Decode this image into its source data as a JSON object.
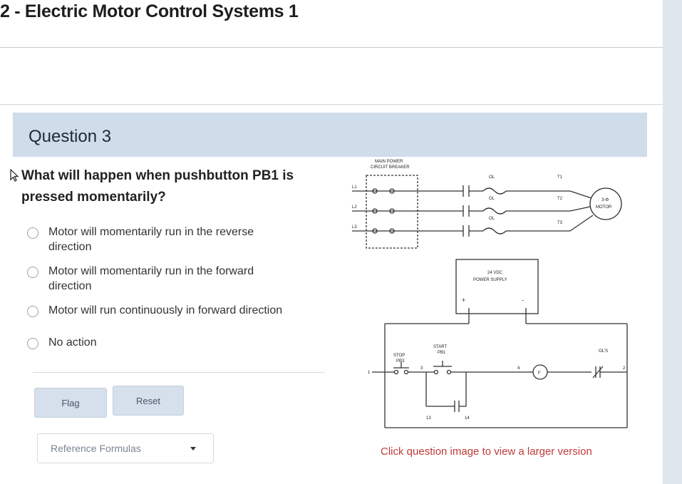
{
  "page": {
    "course_title": "2 - Electric Motor Control Systems 1"
  },
  "question": {
    "number_label": "Question 3",
    "text": "What will happen when pushbutton PB1 is pressed momentarily?",
    "options": [
      {
        "label": "Motor will momentarily run in the reverse direction",
        "selected": false
      },
      {
        "label": "Motor will momentarily run in the forward direction",
        "selected": false
      },
      {
        "label": "Motor will run continuously in forward direction",
        "selected": false
      },
      {
        "label": "No action",
        "selected": false
      }
    ]
  },
  "buttons": {
    "flag": "Flag",
    "reset": "Reset"
  },
  "reference": {
    "label": "Reference Formulas"
  },
  "diagram": {
    "breaker_label_1": "MAIN POWER",
    "breaker_label_2": "CIRCUIT BREAKER",
    "line_labels": [
      "L1",
      "L2",
      "L3"
    ],
    "load_labels": [
      "T1",
      "T2",
      "T3"
    ],
    "ol_label": "OL",
    "motor_label_1": "3-Φ",
    "motor_label_2": "MOTOR",
    "power_supply_1": "24 VDC",
    "power_supply_2": "POWER SUPPLY",
    "stop_label_1": "STOP",
    "stop_label_2": "PB3",
    "start_label_1": "START",
    "start_label_2": "PB1",
    "coil_label": "F",
    "ol_contact_label": "OL'S",
    "wire_numbers": [
      "1",
      "3",
      "4",
      "2",
      "13",
      "14"
    ],
    "polarity": [
      "+",
      "-"
    ]
  },
  "caption": "Click question image to view a larger version"
}
